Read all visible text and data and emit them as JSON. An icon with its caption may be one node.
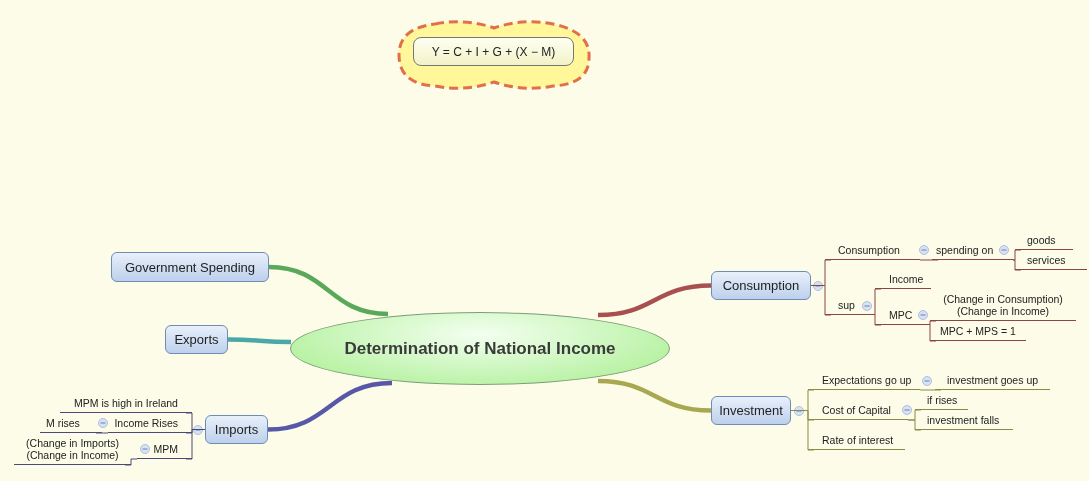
{
  "diagram": {
    "nodes": [
      {
        "text": [],
        "shape": "cloud"
      },
      {
        "text": [
          "Y = C + I + G + (X − M)"
        ],
        "in": 0
      },
      {
        "text": [
          "Determination of National Income"
        ]
      },
      {
        "text": [
          "Government Spending"
        ]
      },
      {
        "text": [
          "Exports"
        ]
      },
      {
        "text": [
          "Imports"
        ]
      },
      {
        "text": [
          "MPM is high in Ireland"
        ]
      },
      {
        "text": [
          "Income Rises"
        ]
      },
      {
        "text": [
          "M rises"
        ]
      },
      {
        "text": [
          "MPM"
        ]
      },
      {
        "text": [
          "(Change in Imports) (Change in Income)"
        ]
      },
      {
        "text": [
          "Consumption"
        ]
      },
      {
        "text": [
          "Consumption"
        ]
      },
      {
        "text": [
          "spending on"
        ]
      },
      {
        "text": [
          "goods"
        ]
      },
      {
        "text": [
          "services"
        ]
      },
      {
        "text": [
          "sup"
        ]
      },
      {
        "text": [
          "Income"
        ]
      },
      {
        "text": [
          "MPC"
        ]
      },
      {
        "text": [
          "(Change in Consumption) (Change in Income)"
        ]
      },
      {
        "text": [
          "MPC + MPS = 1"
        ]
      },
      {
        "text": [
          "Investment"
        ]
      },
      {
        "text": [
          "Expectations go up"
        ]
      },
      {
        "text": [
          "investment goes up"
        ]
      },
      {
        "text": [
          "Cost of Capital"
        ]
      },
      {
        "text": [
          "if rises"
        ]
      },
      {
        "text": [
          "investment falls"
        ]
      },
      {
        "text": [
          "Rate of interest"
        ]
      }
    ],
    "edges": [
      {
        "from": 2,
        "to": 3,
        "arrow": "none",
        "style": "thick",
        "color": "#5aa85a"
      },
      {
        "from": 2,
        "to": 4,
        "arrow": "none",
        "style": "thick",
        "color": "#4aa8a8"
      },
      {
        "from": 2,
        "to": 5,
        "arrow": "none",
        "style": "thick",
        "color": "#5858a8"
      },
      {
        "from": 2,
        "to": 11,
        "arrow": "none",
        "style": "thick",
        "color": "#a85050"
      },
      {
        "from": 2,
        "to": 21,
        "arrow": "none",
        "style": "thick",
        "color": "#a8a850"
      },
      {
        "from": 5,
        "to": 6,
        "arrow": "none",
        "color": "#4a4a7a"
      },
      {
        "from": 5,
        "to": 7,
        "arrow": "none",
        "color": "#4a4a7a"
      },
      {
        "from": 5,
        "to": 9,
        "arrow": "none",
        "color": "#4a4a7a"
      },
      {
        "from": 7,
        "to": 8,
        "arrow": "none",
        "color": "#4a4a7a"
      },
      {
        "from": 9,
        "to": 10,
        "arrow": "none",
        "color": "#4a4a7a"
      },
      {
        "from": 11,
        "to": 12,
        "arrow": "none",
        "color": "#8b4545"
      },
      {
        "from": 11,
        "to": 16,
        "arrow": "none",
        "color": "#8b4545"
      },
      {
        "from": 12,
        "to": 13,
        "arrow": "none",
        "color": "#8b4545"
      },
      {
        "from": 13,
        "to": 14,
        "arrow": "none",
        "color": "#8b4545"
      },
      {
        "from": 13,
        "to": 15,
        "arrow": "none",
        "color": "#8b4545"
      },
      {
        "from": 16,
        "to": 17,
        "arrow": "none",
        "color": "#8b4545"
      },
      {
        "from": 16,
        "to": 18,
        "arrow": "none",
        "color": "#8b4545"
      },
      {
        "from": 18,
        "to": 19,
        "arrow": "none",
        "color": "#8b4545"
      },
      {
        "from": 18,
        "to": 20,
        "arrow": "none",
        "color": "#8b4545"
      },
      {
        "from": 21,
        "to": 22,
        "arrow": "none",
        "color": "#8b8b45"
      },
      {
        "from": 21,
        "to": 24,
        "arrow": "none",
        "color": "#8b8b45"
      },
      {
        "from": 21,
        "to": 27,
        "arrow": "none",
        "color": "#8b8b45"
      },
      {
        "from": 22,
        "to": 23,
        "arrow": "none",
        "color": "#8b8b45"
      },
      {
        "from": 24,
        "to": 25,
        "arrow": "none",
        "color": "#8b8b45"
      },
      {
        "from": 24,
        "to": 26,
        "arrow": "none",
        "color": "#8b8b45"
      }
    ]
  }
}
